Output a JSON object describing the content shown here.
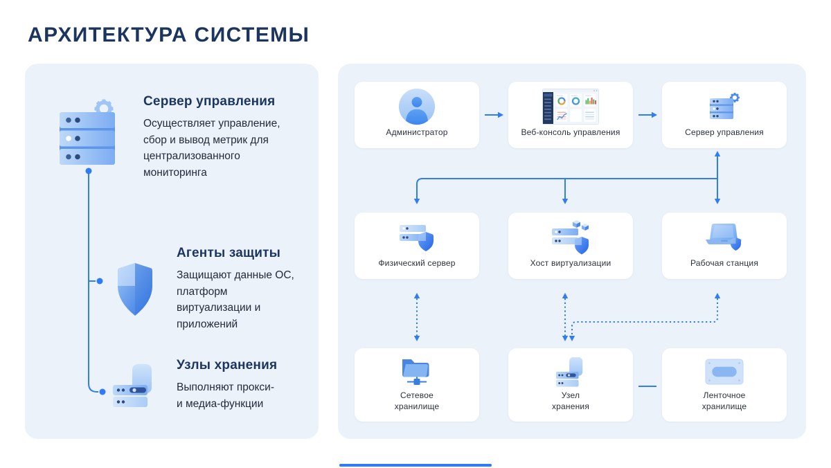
{
  "page": {
    "title": "АРХИТЕКТУРА СИСТЕМЫ"
  },
  "colors": {
    "accent_blue": "#2e7cf6",
    "navy": "#1b355f",
    "panel_background": "#ecf2fa",
    "card_background": "#ffffff",
    "body_text": "#232a38"
  },
  "legend": {
    "items": [
      {
        "icon": "management-server-icon",
        "title": "Сервер управления",
        "description": "Осуществляет управление,\nсбор и вывод метрик для\nцентрализованного\nмониторинга"
      },
      {
        "icon": "protection-shield-icon",
        "title": "Агенты защиты",
        "description": "Защищают данные ОС,\nплатформ\nвиртуализации и\nприложений"
      },
      {
        "icon": "storage-node-icon",
        "title": "Узлы хранения",
        "description": "Выполняют прокси-\nи медиа-функции"
      }
    ]
  },
  "diagram": {
    "nodes": [
      {
        "id": "administrator",
        "label": "Администратор",
        "icon": "administrator-avatar-icon"
      },
      {
        "id": "web-console",
        "label": "Веб-консоль управления",
        "icon": "web-console-dashboard-icon"
      },
      {
        "id": "management-server",
        "label": "Сервер управления",
        "icon": "server-gear-icon"
      },
      {
        "id": "physical-server",
        "label": "Физический сервер",
        "icon": "server-shield-icon"
      },
      {
        "id": "virtualization-host",
        "label": "Хост виртуализации",
        "icon": "server-cubes-shield-icon"
      },
      {
        "id": "workstation",
        "label": "Рабочая станция",
        "icon": "laptop-shield-icon"
      },
      {
        "id": "network-storage",
        "label": "Сетевое\nхранилище",
        "icon": "network-folder-icon"
      },
      {
        "id": "storage-node",
        "label": "Узел\nхранения",
        "icon": "storage-drives-icon"
      },
      {
        "id": "tape-storage",
        "label": "Ленточное\nхранилище",
        "icon": "tape-cartridge-icon"
      }
    ],
    "connections": [
      {
        "from": "administrator",
        "to": "web-console",
        "style": "solid-arrow"
      },
      {
        "from": "web-console",
        "to": "management-server",
        "style": "solid-arrow"
      },
      {
        "from": "management-server",
        "to": "physical-server",
        "style": "solid-arrow"
      },
      {
        "from": "management-server",
        "to": "virtualization-host",
        "style": "solid-arrow"
      },
      {
        "from": "management-server",
        "to": "workstation",
        "style": "solid-double-arrow"
      },
      {
        "from": "physical-server",
        "to": "network-storage",
        "style": "dotted-double-arrow"
      },
      {
        "from": "virtualization-host",
        "to": "storage-node",
        "style": "dotted-double-arrow"
      },
      {
        "from": "workstation",
        "to": "storage-node",
        "style": "dotted-double-arrow"
      },
      {
        "from": "storage-node",
        "to": "tape-storage",
        "style": "solid-line"
      }
    ]
  }
}
